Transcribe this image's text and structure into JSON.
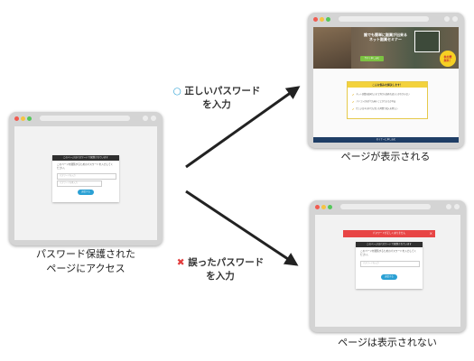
{
  "left_window": {
    "form_title": "このページはパスワードで保護されています",
    "form_text": "このページを閲覧するためのパスワードを入力してください。",
    "field_placeholder": "パスワードを入力",
    "field_placeholder2": "パスワードを再入力",
    "button_label": "送信する"
  },
  "left_caption": {
    "line1": "パスワード保護された",
    "line2": "ページにアクセス"
  },
  "arrow_ok": {
    "icon": "○",
    "line1": "正しいパスワード",
    "line2": "を入力",
    "color": "#2aa0d4"
  },
  "arrow_ng": {
    "icon": "✖",
    "line1": "誤ったパスワード",
    "line2": "を入力",
    "color": "#e23c3c"
  },
  "ok_window": {
    "hero_title1": "誰でも簡単に副業が出来る",
    "hero_title2": "ネット副業セミナー",
    "hero_button": "今すぐ申し込む",
    "badge1": "参加費",
    "badge2": "無料！",
    "box_title": "こんな悩みを解決します！",
    "list": [
      "ネット副業を始めたいけど何から始めればいいかわからない",
      "パソコンが苦手でも稼ぐことができるか不安",
      "忙しい日々の中でも空いた時間で収入を得たい"
    ],
    "footer": "セミナーに申し込む"
  },
  "ok_caption": "ページが表示される",
  "ng_window": {
    "error_text": "パスワードが正しくありません",
    "close_icon": "×",
    "form_title": "このページはパスワードで保護されています",
    "form_text": "このページを閲覧するためのパスワードを入力してください。",
    "field_placeholder": "パスワードを入力",
    "button_label": "送信する"
  },
  "ng_caption": "ページは表示されない"
}
